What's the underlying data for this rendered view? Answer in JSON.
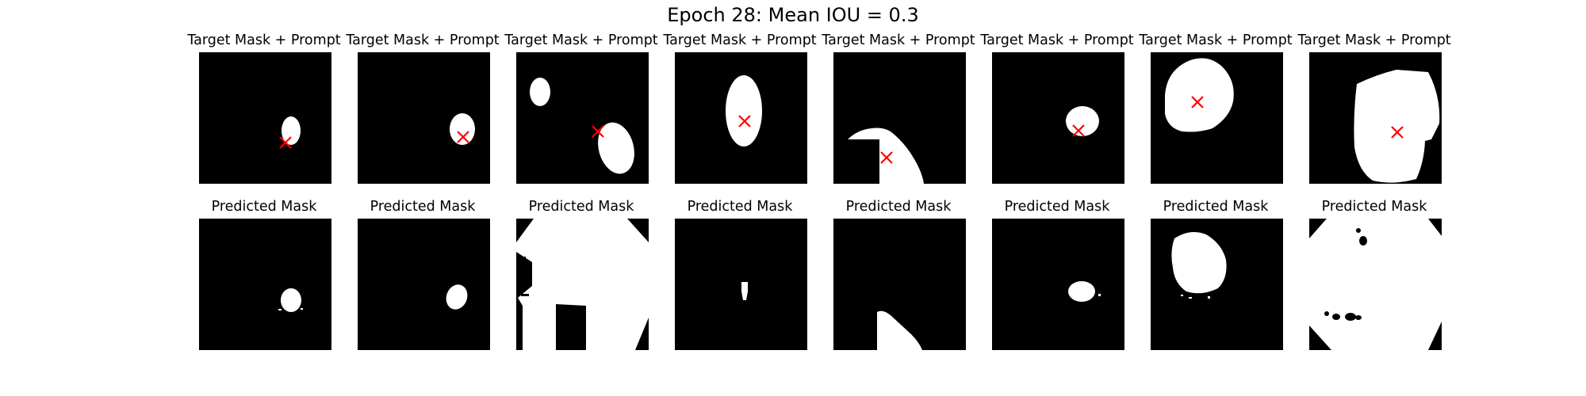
{
  "figure": {
    "title": "Epoch 28: Mean IOU = 0.3",
    "row_titles": {
      "target": "Target Mask + Prompt",
      "predicted": "Predicted Mask"
    }
  },
  "panels": [
    {
      "index": 1,
      "target_title": "Target Mask + Prompt",
      "predicted_title": "Predicted Mask"
    },
    {
      "index": 2,
      "target_title": "Target Mask + Prompt",
      "predicted_title": "Predicted Mask"
    },
    {
      "index": 3,
      "target_title": "Target Mask + Prompt",
      "predicted_title": "Predicted Mask"
    },
    {
      "index": 4,
      "target_title": "Target Mask + Prompt",
      "predicted_title": "Predicted Mask"
    },
    {
      "index": 5,
      "target_title": "Target Mask + Prompt",
      "predicted_title": "Predicted Mask"
    },
    {
      "index": 6,
      "target_title": "Target Mask + Prompt",
      "predicted_title": "Predicted Mask"
    },
    {
      "index": 7,
      "target_title": "Target Mask + Prompt",
      "predicted_title": "Predicted Mask"
    },
    {
      "index": 8,
      "target_title": "Target Mask + Prompt",
      "predicted_title": "Predicted Mask"
    }
  ],
  "colors": {
    "mask_background": "#000000",
    "mask_foreground": "#ffffff",
    "prompt_marker": "#ff0000"
  },
  "icons": {
    "prompt_marker": "x-marker-icon"
  }
}
